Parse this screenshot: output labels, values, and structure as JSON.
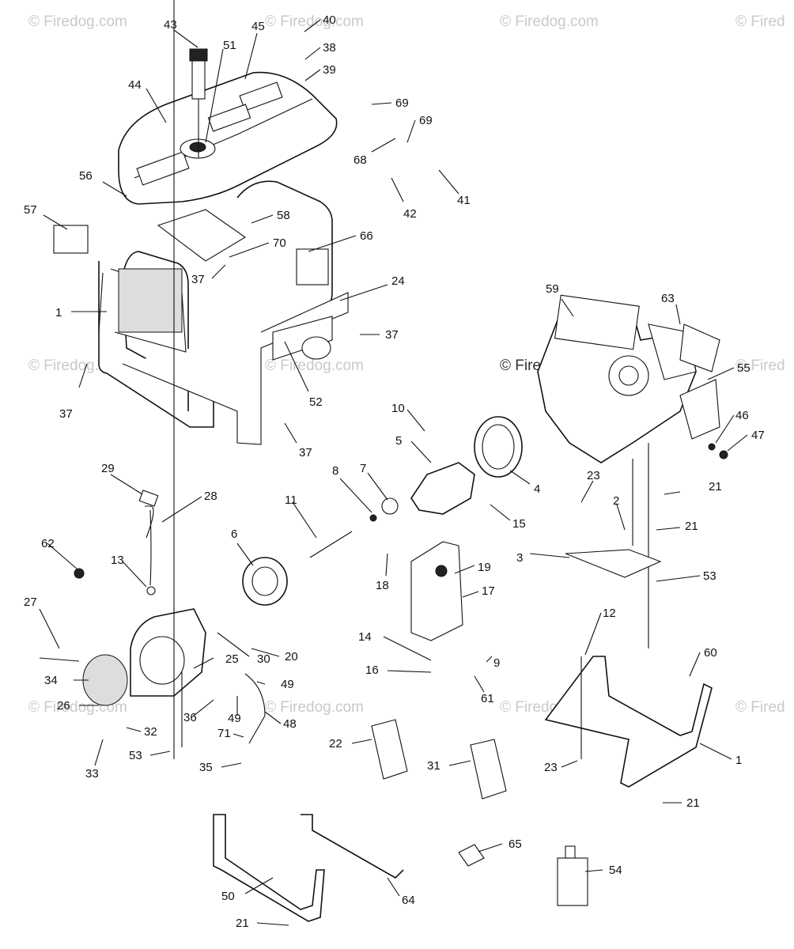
{
  "watermarks": [
    {
      "text": "© Firedog.com"
    },
    {
      "text": "© Firedog.com"
    },
    {
      "text": "© Firedog.com"
    },
    {
      "text": "© Fired"
    },
    {
      "text": "© Firedog.com"
    },
    {
      "text": "© Firedog.com"
    },
    {
      "text": "© Firedog.com"
    },
    {
      "text": "© Fired"
    },
    {
      "text": "© Firedog.com"
    },
    {
      "text": "© Firedog.com"
    },
    {
      "text": "© Firedog.com"
    },
    {
      "text": "© Fired"
    }
  ],
  "part_labels": [
    "43",
    "51",
    "45",
    "40",
    "38",
    "39",
    "44",
    "69",
    "69",
    "68",
    "41",
    "42",
    "56",
    "57",
    "58",
    "70",
    "66",
    "37",
    "24",
    "1",
    "37",
    "52",
    "37",
    "37",
    "59",
    "63",
    "55",
    "46",
    "47",
    "10",
    "5",
    "4",
    "29",
    "28",
    "8",
    "7",
    "11",
    "15",
    "23",
    "2",
    "3",
    "21",
    "21",
    "53",
    "62",
    "13",
    "6",
    "19",
    "17",
    "18",
    "27",
    "12",
    "14",
    "9",
    "16",
    "61",
    "60",
    "20",
    "30",
    "25",
    "34",
    "26",
    "36",
    "49",
    "49",
    "48",
    "32",
    "33",
    "71",
    "53",
    "35",
    "22",
    "31",
    "23",
    "1",
    "21",
    "65",
    "54",
    "50",
    "64",
    "21"
  ]
}
